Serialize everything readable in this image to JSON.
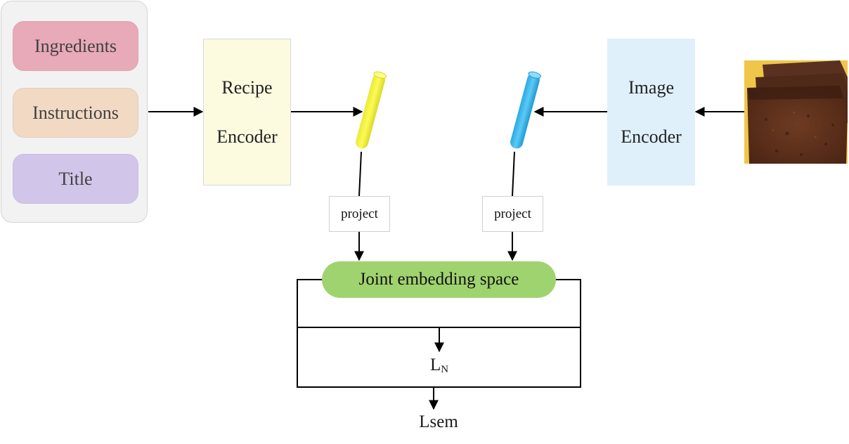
{
  "inputs": {
    "ingredients": "Ingredients",
    "instructions": "Instructions",
    "title": "Title"
  },
  "recipe_encoder": {
    "line1": "Recipe",
    "line2": "Encoder"
  },
  "image_encoder": {
    "line1": "Image",
    "line2": "Encoder"
  },
  "project_left": "project",
  "project_right": "project",
  "joint_space": "Joint embedding space",
  "loss_n": {
    "main": "L",
    "sub": "N"
  },
  "loss_sem": "Lsem",
  "colors": {
    "ingredients_fill": "#e8a9b8",
    "instructions_fill": "#f2d9c4",
    "title_fill": "#d2c5ea",
    "recipe_encoder_fill": "#fcfbdf",
    "image_encoder_fill": "#dff0fb",
    "left_cylinder": "#f4f33a",
    "right_cylinder": "#3fb9ee",
    "joint_space_fill": "#9fd36f"
  },
  "icons": {
    "food_photo": "chocolate-cake-slice-photo"
  }
}
